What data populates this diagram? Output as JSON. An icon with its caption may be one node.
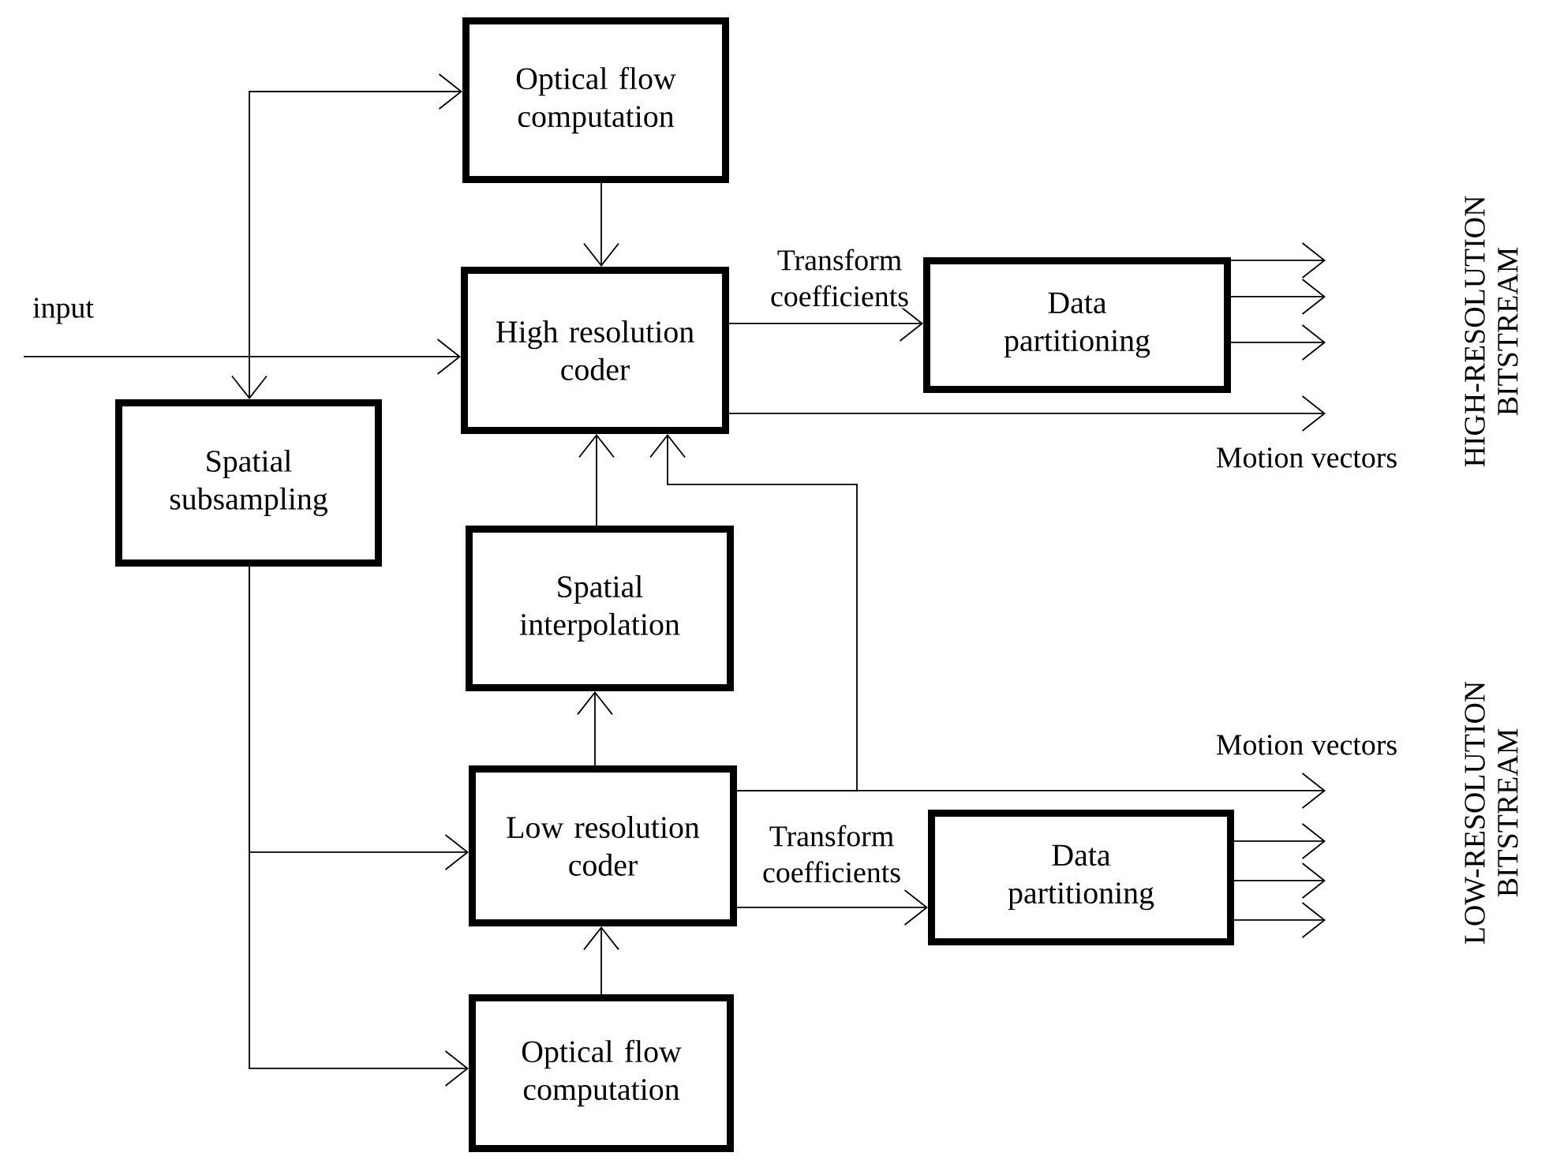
{
  "diagram": {
    "nodes": [
      {
        "text": [
          "Optical flow computation"
        ]
      },
      {
        "text": [
          "High resolution coder"
        ]
      },
      {
        "text": [
          "Data partitioning"
        ]
      },
      {
        "text": [
          "Spatial subsampling"
        ]
      },
      {
        "text": [
          "Spatial interpolation"
        ]
      },
      {
        "text": [
          "Low resolution coder"
        ]
      },
      {
        "text": [
          "Data partitioning"
        ]
      },
      {
        "text": [
          "Optical flow computation"
        ]
      }
    ],
    "edges": [
      {
        "from": null,
        "to": 1,
        "arrow": "to",
        "label": "input"
      },
      {
        "from": null,
        "to": 0,
        "arrow": "to"
      },
      {
        "from": null,
        "to": 3,
        "arrow": "to"
      },
      {
        "from": 0,
        "to": 1,
        "arrow": "to"
      },
      {
        "from": 1,
        "to": 2,
        "arrow": "to",
        "label": "Transform coefficients"
      },
      {
        "from": 1,
        "to": null,
        "arrow": "to",
        "label": "Motion vectors"
      },
      {
        "from": 2,
        "to": null,
        "arrow": "to"
      },
      {
        "from": 2,
        "to": null,
        "arrow": "to"
      },
      {
        "from": 2,
        "to": null,
        "arrow": "to"
      },
      {
        "from": 3,
        "to": 5,
        "arrow": "to"
      },
      {
        "from": 3,
        "to": 7,
        "arrow": "to"
      },
      {
        "from": 4,
        "to": 1,
        "arrow": "to"
      },
      {
        "from": 5,
        "to": 4,
        "arrow": "to"
      },
      {
        "from": 5,
        "to": 1,
        "arrow": "to"
      },
      {
        "from": 5,
        "to": null,
        "arrow": "to",
        "label": "Motion vectors"
      },
      {
        "from": 5,
        "to": 6,
        "arrow": "to",
        "label": "Transform coefficients"
      },
      {
        "from": 6,
        "to": null,
        "arrow": "to"
      },
      {
        "from": 6,
        "to": null,
        "arrow": "to"
      },
      {
        "from": 6,
        "to": null,
        "arrow": "to"
      },
      {
        "from": 7,
        "to": 5,
        "arrow": "to"
      }
    ],
    "labels": [
      "HIGH-RESOLUTION BITSTREAM",
      "LOW-RESOLUTION BITSTREAM"
    ]
  }
}
